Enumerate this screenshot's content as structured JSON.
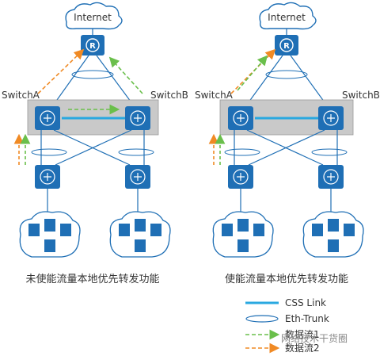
{
  "diagrams": [
    {
      "internet_label": "Internet",
      "router_label": "R",
      "switch_a_label": "SwitchA",
      "switch_b_label": "SwitchB",
      "caption": "未使能流量本地优先转发功能"
    },
    {
      "internet_label": "Internet",
      "router_label": "R",
      "switch_a_label": "SwitchA",
      "switch_b_label": "SwitchB",
      "caption": "使能流量本地优先转发功能"
    }
  ],
  "legend": {
    "css_link": "CSS Link",
    "eth_trunk": "Eth-Trunk",
    "flow1": "数据流1",
    "flow2": "数据流2"
  },
  "watermark": "网络技术干货圈",
  "colors": {
    "device_blue": "#1f6fb5",
    "css_link": "#29a8e0",
    "flow_green": "#6abf4b",
    "flow_orange": "#f08a24",
    "stack_box": "#c9c9c9"
  }
}
